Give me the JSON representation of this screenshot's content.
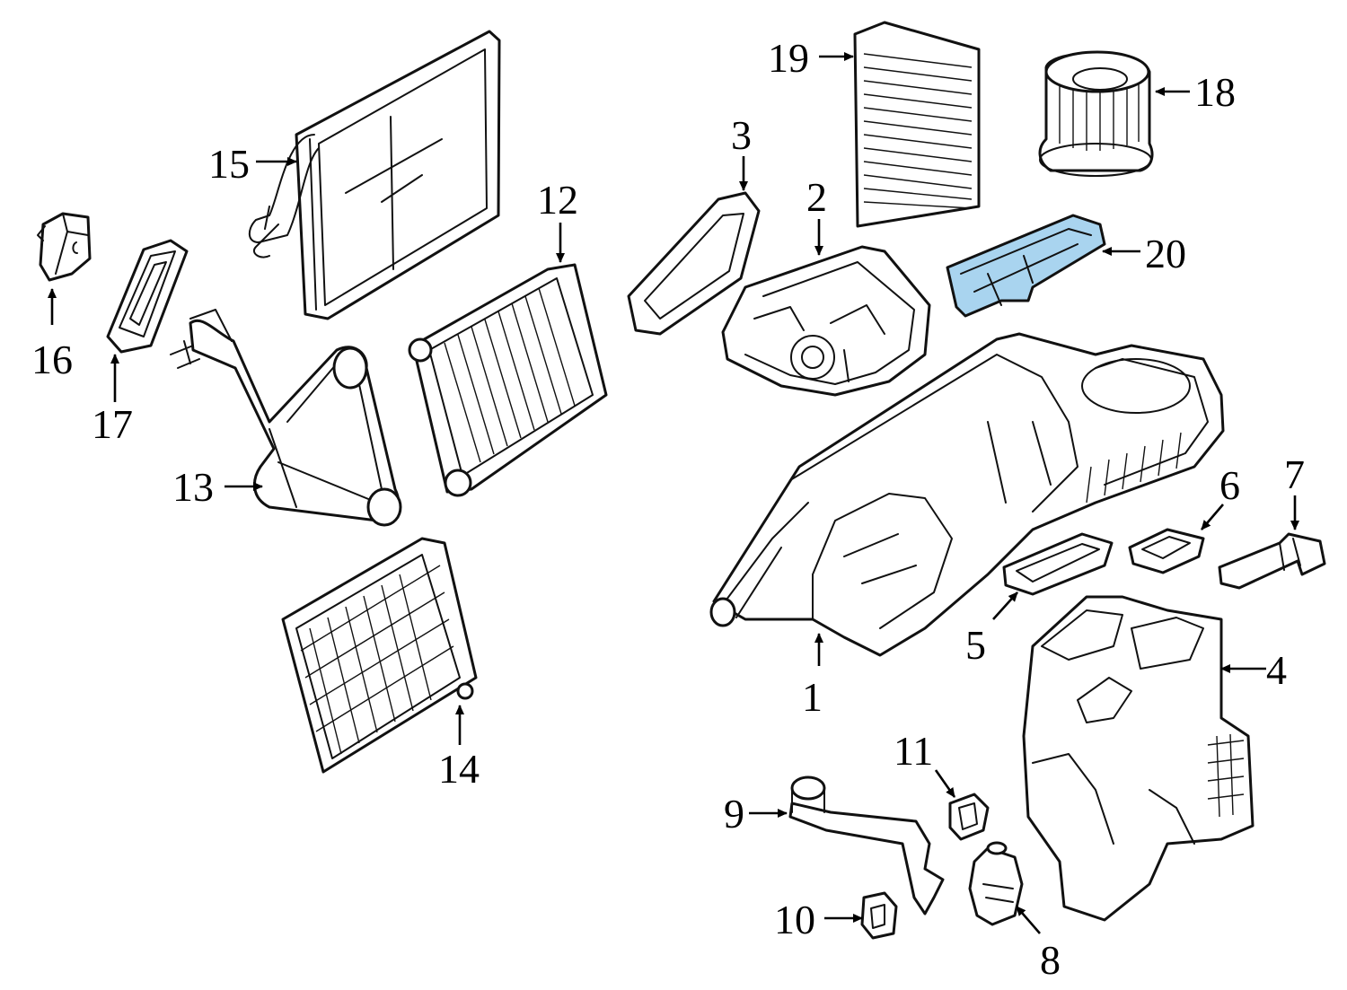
{
  "diagram": {
    "highlight_color": "#a9d4ef",
    "callouts": [
      {
        "id": "1",
        "label": "1"
      },
      {
        "id": "2",
        "label": "2"
      },
      {
        "id": "3",
        "label": "3"
      },
      {
        "id": "4",
        "label": "4"
      },
      {
        "id": "5",
        "label": "5"
      },
      {
        "id": "6",
        "label": "6"
      },
      {
        "id": "7",
        "label": "7"
      },
      {
        "id": "8",
        "label": "8"
      },
      {
        "id": "9",
        "label": "9"
      },
      {
        "id": "10",
        "label": "10"
      },
      {
        "id": "11",
        "label": "11"
      },
      {
        "id": "12",
        "label": "12"
      },
      {
        "id": "13",
        "label": "13"
      },
      {
        "id": "14",
        "label": "14"
      },
      {
        "id": "15",
        "label": "15"
      },
      {
        "id": "16",
        "label": "16"
      },
      {
        "id": "17",
        "label": "17"
      },
      {
        "id": "18",
        "label": "18"
      },
      {
        "id": "19",
        "label": "19"
      },
      {
        "id": "20",
        "label": "20"
      }
    ]
  }
}
